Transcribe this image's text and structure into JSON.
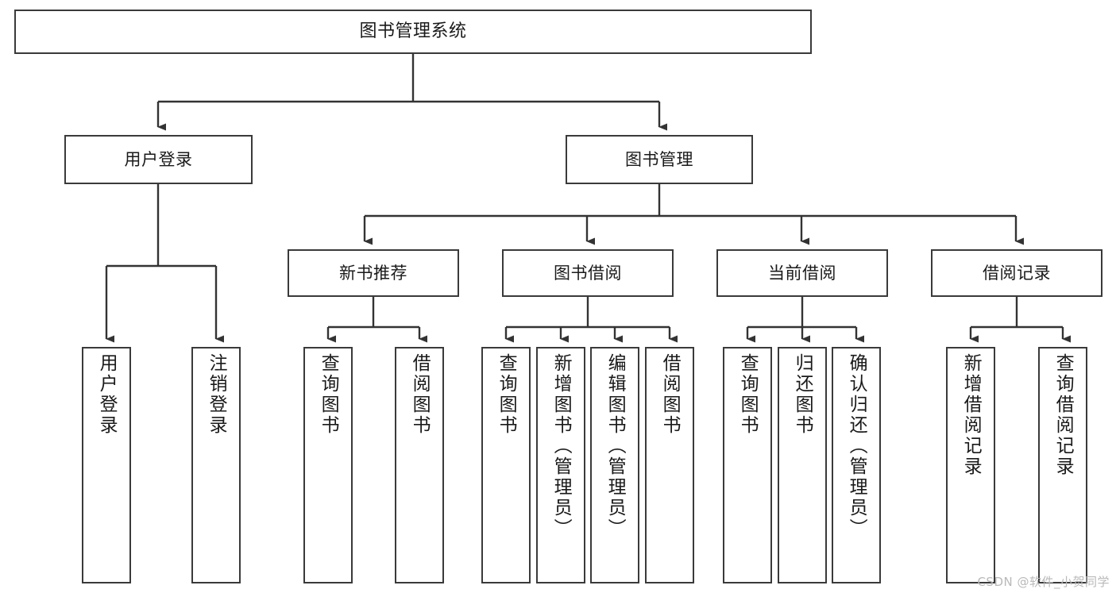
{
  "diagram": {
    "type": "tree",
    "title": "图书管理系统",
    "root": {
      "label": "图书管理系统"
    },
    "level1": [
      {
        "label": "用户登录"
      },
      {
        "label": "图书管理"
      }
    ],
    "level2": [
      {
        "label": "新书推荐"
      },
      {
        "label": "图书借阅"
      },
      {
        "label": "当前借阅"
      },
      {
        "label": "借阅记录"
      }
    ],
    "leaves": [
      {
        "label": "用户登录",
        "parent": "用户登录"
      },
      {
        "label": "注销登录",
        "parent": "用户登录"
      },
      {
        "label": "查询图书",
        "parent": "新书推荐"
      },
      {
        "label": "借阅图书",
        "parent": "新书推荐"
      },
      {
        "label": "查询图书",
        "parent": "图书借阅"
      },
      {
        "label": "新增图书（管理员）",
        "parent": "图书借阅"
      },
      {
        "label": "编辑图书（管理员）",
        "parent": "图书借阅"
      },
      {
        "label": "借阅图书",
        "parent": "图书借阅"
      },
      {
        "label": "查询图书",
        "parent": "当前借阅"
      },
      {
        "label": "归还图书",
        "parent": "当前借阅"
      },
      {
        "label": "确认归还（管理员）",
        "parent": "当前借阅"
      },
      {
        "label": "新增借阅记录",
        "parent": "借阅记录"
      },
      {
        "label": "查询借阅记录",
        "parent": "借阅记录"
      }
    ]
  },
  "watermark": {
    "text": "CSDN @软件_小贺同学"
  },
  "colors": {
    "box_border": "#3a3a3a",
    "box_fill": "#ffffff",
    "connector": "#333333",
    "text": "#1a1a1a",
    "watermark": "#b9b9b9",
    "background": "#ffffff"
  }
}
